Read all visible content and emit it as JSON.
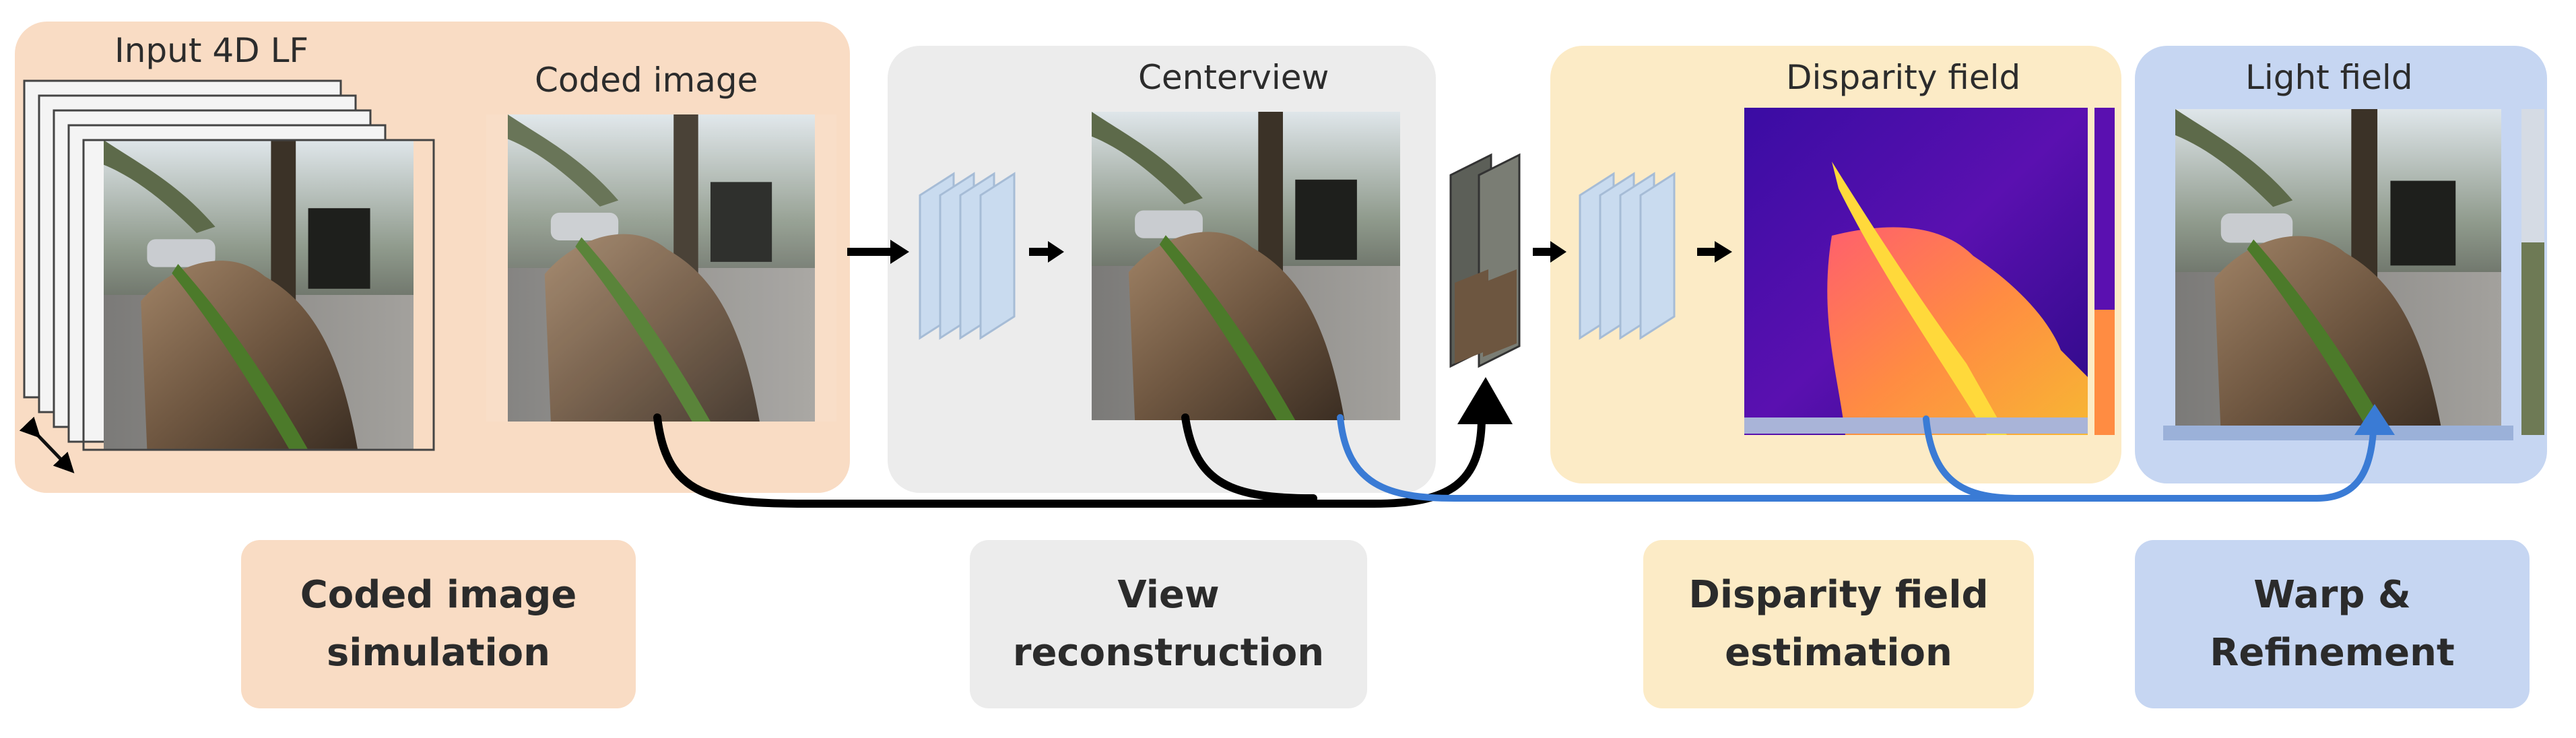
{
  "stages": {
    "coded": {
      "input_title": "Input 4D LF",
      "image_title": "Coded image",
      "label_line1": "Coded image",
      "label_line2": "simulation"
    },
    "view": {
      "title": "Centerview",
      "label_line1": "View",
      "label_line2": "reconstruction"
    },
    "disparity": {
      "title": "Disparity field",
      "label_line1": "Disparity field",
      "label_line2": "estimation"
    },
    "lightfield": {
      "title": "Light field",
      "label_line1": "Warp &",
      "label_line2": "Refinement"
    }
  },
  "colors": {
    "coded_bg": "#f9dcc4",
    "view_bg": "#ececec",
    "disparity_bg": "#fcebc6",
    "lightfield_bg": "#c6d6f2",
    "black_arrow": "#000000",
    "blue_arrow": "#3a7bd5",
    "cnn_block": "#c9dbef"
  },
  "icons": [
    "arrow-right-icon",
    "double-arrow-icon",
    "cnn-block-icon"
  ]
}
